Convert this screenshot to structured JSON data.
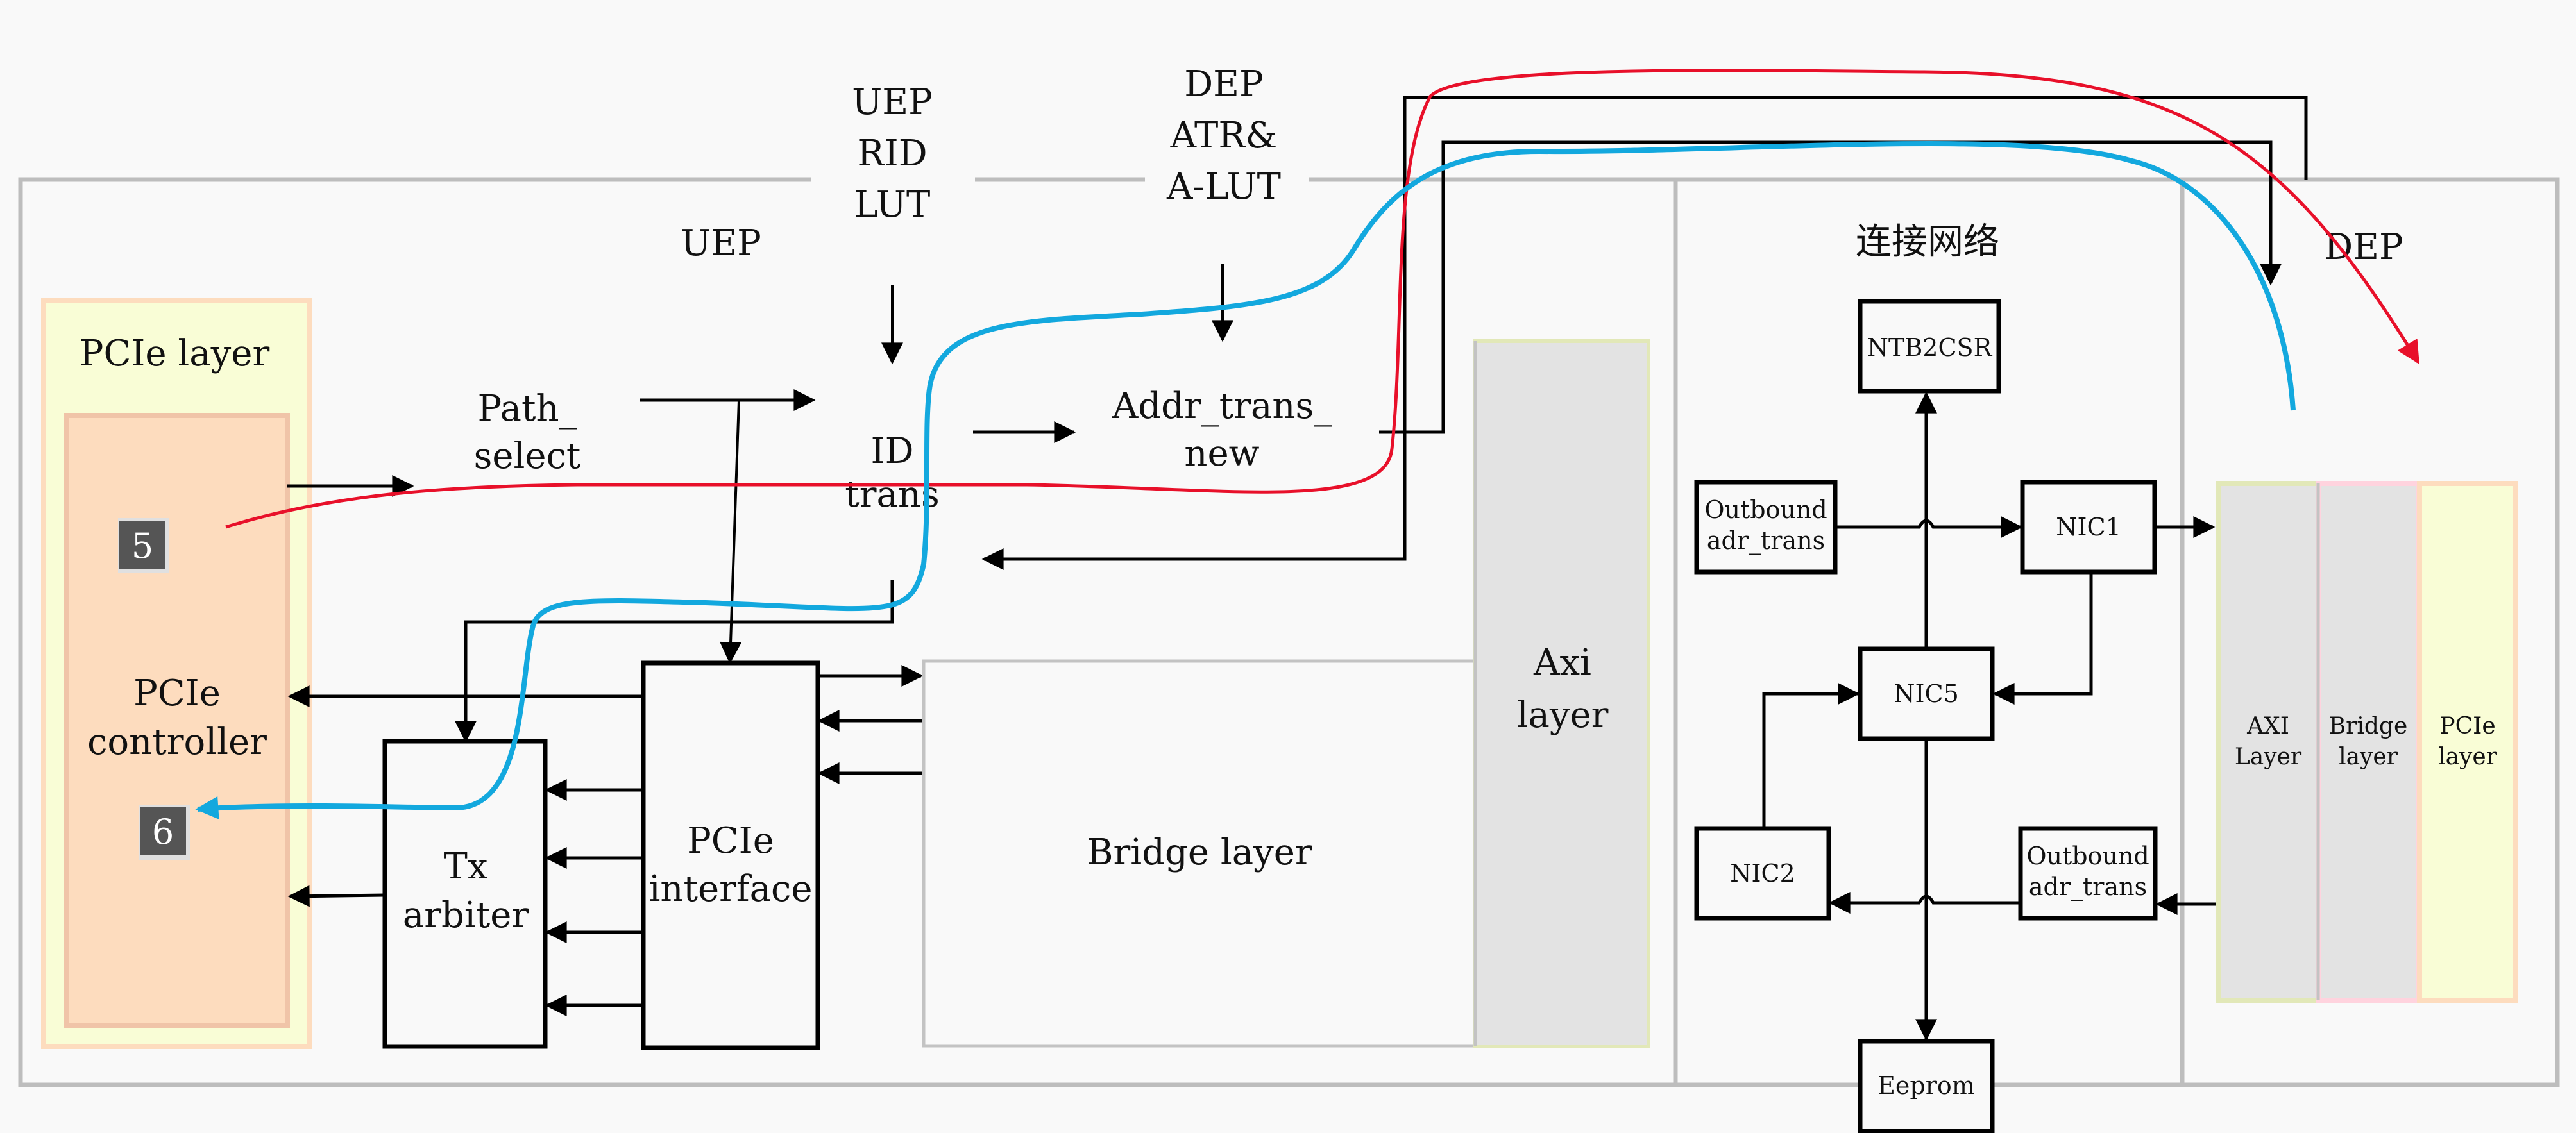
{
  "diagram": {
    "colors": {
      "background": "#f9f9f9",
      "frame": "#bdbdbd",
      "pcie_layer_fill": "#f9fdd6",
      "pcie_layer_border": "#fddcbe",
      "pcie_controller_fill": "#fddcbe",
      "badge_fill": "#555555",
      "axi_layer_fill": "#e3e3e3",
      "axi_layer_border": "#e2e8b8",
      "bridge_layer_border": "#ffd3de",
      "red_path": "#e8102a",
      "blue_path": "#13a8de"
    },
    "labels": {
      "uep": "UEP",
      "uep_rid_lut": [
        "UEP",
        "RID",
        "LUT"
      ],
      "dep_atr_alut": [
        "DEP",
        "ATR&",
        "A-LUT"
      ],
      "interconnect": "连接网络",
      "dep": "DEP"
    },
    "left_block": {
      "pcie_layer": "PCIe layer",
      "pcie_controller": [
        "PCIe",
        "controller"
      ],
      "badge_5": "5",
      "badge_6": "6",
      "path_select": [
        "Path_",
        "select"
      ],
      "id_trans": [
        "ID",
        "trans"
      ],
      "addr_trans_new": [
        "Addr_trans_",
        "new"
      ],
      "tx_arbiter": [
        "Tx",
        "arbiter"
      ],
      "pcie_interface": [
        "PCIe",
        "interface"
      ],
      "bridge_layer": "Bridge layer",
      "axi_layer": [
        "Axi",
        "layer"
      ]
    },
    "network": {
      "ntb2csr": "NTB2CSR",
      "outbound_top": [
        "Outbound",
        "adr_trans"
      ],
      "nic1": "NIC1",
      "nic5": "NIC5",
      "nic2": "NIC2",
      "outbound_bottom": [
        "Outbound",
        "adr_trans"
      ],
      "eeprom": "Eeprom"
    },
    "dep_block": {
      "axi_layer": [
        "AXI",
        "Layer"
      ],
      "bridge_layer": [
        "Bridge",
        "layer"
      ],
      "pcie_layer": [
        "PCIe",
        "layer"
      ]
    }
  }
}
